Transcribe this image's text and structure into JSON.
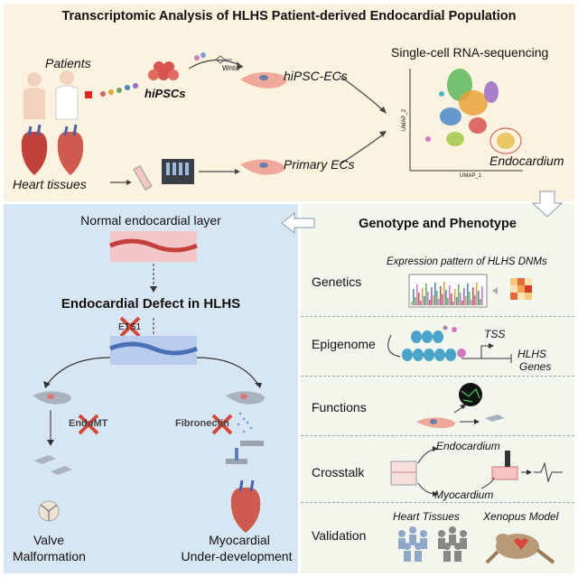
{
  "top": {
    "title": "Transcriptomic Analysis of HLHS Patient-derived Endocardial Population",
    "patients": "Patients",
    "hipscs": "hiPSCs",
    "wnta": "Wnta",
    "hipsc_ecs": "hiPSC-ECs",
    "scrna": "Single-cell RNA-sequencing",
    "umap_y": "UMAP_2",
    "umap_x": "UMAP_1",
    "endocardium": "Endocardium",
    "heart_tissues": "Heart tissues",
    "primary_ecs": "Primary ECs"
  },
  "left": {
    "normal_layer": "Normal endocardial layer",
    "defect_title": "Endocardial Defect in HLHS",
    "ets1": "ETS1",
    "endomt": "EndoMT",
    "fibronectin": "Fibronectin",
    "valve_line1": "Valve",
    "valve_line2": "Malformation",
    "myo_line1": "Myocardial",
    "myo_line2": "Under-development"
  },
  "right": {
    "header": "Genotype and Phenotype",
    "genetics": "Genetics",
    "expression_pattern": "Expression pattern of HLHS DNMs",
    "epigenome": "Epigenome",
    "tss": "TSS",
    "hlhs_genes_1": "HLHS",
    "hlhs_genes_2": "Genes",
    "functions": "Functions",
    "crosstalk": "Crosstalk",
    "endocardium": "Endocardium",
    "myocardium": "Myocardium",
    "validation": "Validation",
    "heart_tissues": "Heart Tissues",
    "xenopus": "Xenopus Model"
  },
  "colors": {
    "top_bg": "#fbf3df",
    "left_bg": "#d6e6f2",
    "right_bg": "#f3f6ec",
    "cross_red": "#d9473a",
    "cell_pink": "#f0a89a"
  }
}
